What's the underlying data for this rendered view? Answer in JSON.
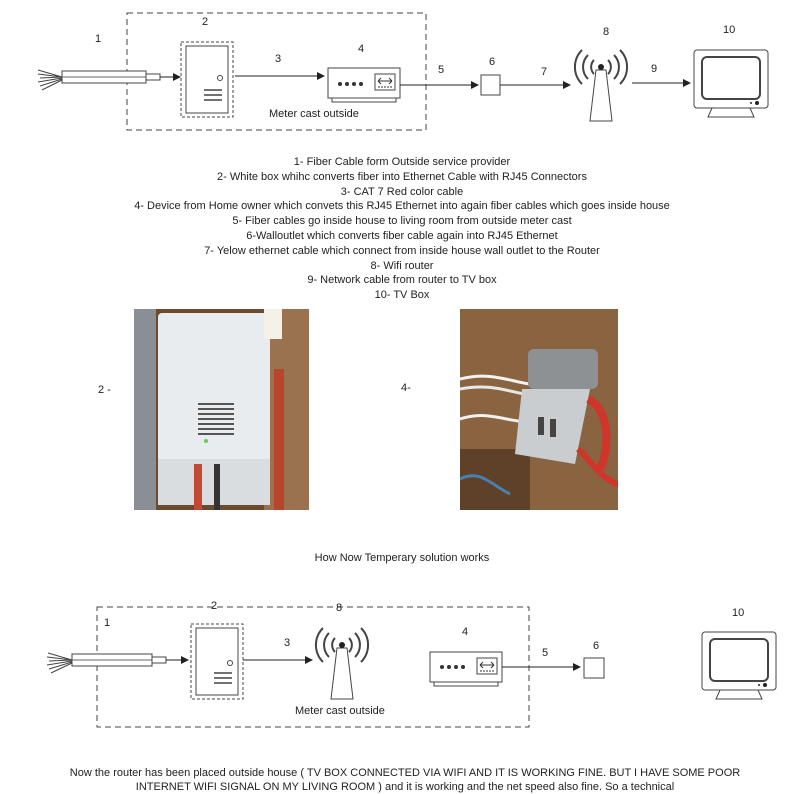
{
  "top": {
    "labels": [
      "1",
      "2",
      "3",
      "4",
      "5",
      "6",
      "7",
      "8",
      "9",
      "10"
    ],
    "meter_label": "Meter cast outside"
  },
  "legend": [
    "1- Fiber Cable form Outside service provider",
    "2- White box whihc converts fiber into Ethernet Cable with RJ45 Connectors",
    "3- CAT 7 Red color cable",
    "4- Device from Home owner which convets this RJ45 Ethernet into again fiber cables which goes inside house",
    "5- Fiber cables go inside house to living room from outside meter cast",
    "6-Walloutlet which converts fiber cable again into RJ45 Ethernet",
    "7- Yelow ethernet cable which connect from inside house wall outlet to the Router",
    "8- Wifi router",
    "9- Network cable from router to TV box",
    "10- TV Box"
  ],
  "photos": {
    "left_label": "2 -",
    "right_label": "4-"
  },
  "section2_title": "How Now Temperary solution works",
  "bottom": {
    "labels": [
      "1",
      "2",
      "8",
      "3",
      "4",
      "5",
      "6",
      "10"
    ],
    "meter_label": "Meter cast outside"
  },
  "footer": "Now the router has been placed outside house ( TV BOX CONNECTED VIA WIFI AND IT IS WORKING FINE. BUT I HAVE SOME POOR INTERNET WIFI SIGNAL ON MY LIVING ROOM ) and it is working and the net speed also fine. So a technical"
}
